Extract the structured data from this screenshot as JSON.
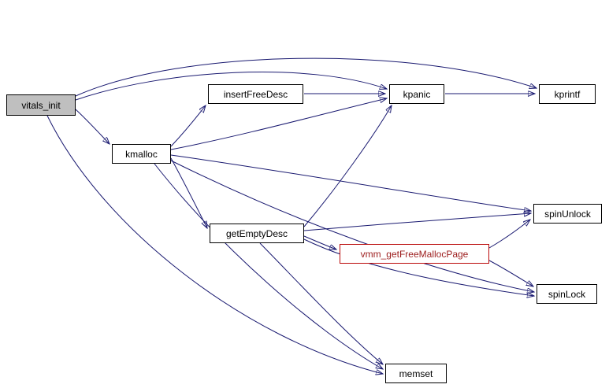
{
  "diagram": {
    "type": "call-graph",
    "style": "doxygen",
    "colors": {
      "background": "#ffffff",
      "edge": "#191970",
      "node_border": "#000000",
      "node_fill": "#ffffff",
      "current_node_fill": "#bfbfbf",
      "truncated_node_border": "#bb0a0a",
      "truncated_node_text": "#9c1c1c"
    },
    "nodes": [
      {
        "id": "vitals_init",
        "label": "vitals_init",
        "kind": "current"
      },
      {
        "id": "insertFreeDesc",
        "label": "insertFreeDesc",
        "kind": "normal"
      },
      {
        "id": "kpanic",
        "label": "kpanic",
        "kind": "normal"
      },
      {
        "id": "kprintf",
        "label": "kprintf",
        "kind": "normal"
      },
      {
        "id": "kmalloc",
        "label": "kmalloc",
        "kind": "normal"
      },
      {
        "id": "spinUnlock",
        "label": "spinUnlock",
        "kind": "normal"
      },
      {
        "id": "getEmptyDesc",
        "label": "getEmptyDesc",
        "kind": "normal"
      },
      {
        "id": "vmm_getFreeMallocPage",
        "label": "vmm_getFreeMallocPage",
        "kind": "truncated"
      },
      {
        "id": "spinLock",
        "label": "spinLock",
        "kind": "normal"
      },
      {
        "id": "memset",
        "label": "memset",
        "kind": "normal"
      }
    ],
    "edges": [
      {
        "from": "vitals_init",
        "to": "kmalloc"
      },
      {
        "from": "vitals_init",
        "to": "kpanic"
      },
      {
        "from": "vitals_init",
        "to": "kprintf"
      },
      {
        "from": "vitals_init",
        "to": "memset"
      },
      {
        "from": "kmalloc",
        "to": "insertFreeDesc"
      },
      {
        "from": "kmalloc",
        "to": "kpanic"
      },
      {
        "from": "kmalloc",
        "to": "getEmptyDesc"
      },
      {
        "from": "kmalloc",
        "to": "spinUnlock"
      },
      {
        "from": "kmalloc",
        "to": "spinLock"
      },
      {
        "from": "kmalloc",
        "to": "memset"
      },
      {
        "from": "insertFreeDesc",
        "to": "kpanic"
      },
      {
        "from": "kpanic",
        "to": "kprintf"
      },
      {
        "from": "getEmptyDesc",
        "to": "kpanic"
      },
      {
        "from": "getEmptyDesc",
        "to": "vmm_getFreeMallocPage"
      },
      {
        "from": "getEmptyDesc",
        "to": "spinUnlock"
      },
      {
        "from": "getEmptyDesc",
        "to": "spinLock"
      },
      {
        "from": "getEmptyDesc",
        "to": "memset"
      },
      {
        "from": "vmm_getFreeMallocPage",
        "to": "spinUnlock"
      },
      {
        "from": "vmm_getFreeMallocPage",
        "to": "spinLock"
      }
    ]
  }
}
